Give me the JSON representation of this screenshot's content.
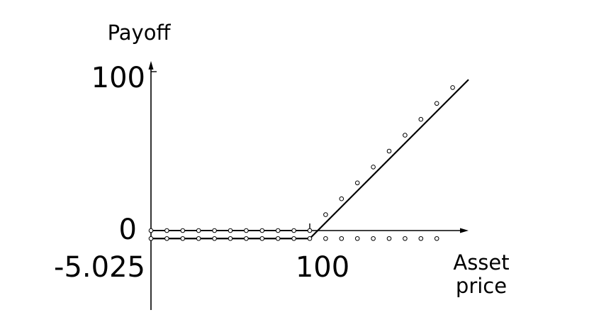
{
  "chart_data": {
    "type": "line",
    "ylabel": "Payoff",
    "xlabel_lines": [
      "Asset",
      "price"
    ],
    "xticks": [
      {
        "value": 100,
        "label": "100"
      }
    ],
    "yticks": [
      {
        "value": 100,
        "label": "100"
      },
      {
        "value": 0,
        "label": "0"
      },
      {
        "value": -5.025,
        "label": "-5.025"
      }
    ],
    "strike": 100,
    "premium": 5.025,
    "series": [
      {
        "style": "solid",
        "x": [
          0,
          100,
          200
        ],
        "y": [
          -5.025,
          -5.025,
          94.975
        ]
      },
      {
        "style": "solid",
        "x": [
          0,
          100
        ],
        "y": [
          0,
          0
        ]
      },
      {
        "style": "markers",
        "x": [
          0,
          10,
          20,
          30,
          40,
          50,
          60,
          70,
          80,
          90,
          100,
          110,
          120,
          130,
          140,
          150,
          160,
          170,
          180,
          190
        ],
        "y": [
          0,
          0,
          0,
          0,
          0,
          0,
          0,
          0,
          0,
          0,
          0,
          10,
          20,
          30,
          40,
          50,
          60,
          70,
          80,
          90
        ]
      },
      {
        "style": "markers",
        "x": [
          0,
          10,
          20,
          30,
          40,
          50,
          60,
          70,
          80,
          90,
          100,
          110,
          120,
          130,
          140,
          150,
          160,
          170,
          180
        ],
        "y": [
          -5.025,
          -5.025,
          -5.025,
          -5.025,
          -5.025,
          -5.025,
          -5.025,
          -5.025,
          -5.025,
          -5.025,
          -5.025,
          -5.025,
          -5.025,
          -5.025,
          -5.025,
          -5.025,
          -5.025,
          -5.025,
          -5.025
        ]
      }
    ]
  }
}
